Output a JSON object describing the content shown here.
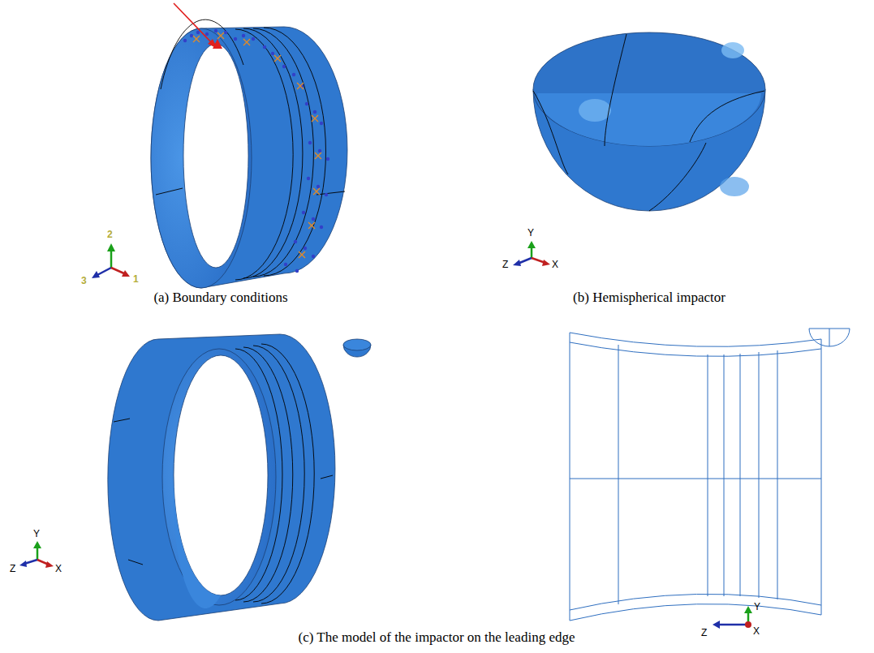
{
  "diagram": {
    "labels": [
      "2",
      "3",
      "1",
      "Y",
      "Z",
      "X",
      "(a) Boundary conditions",
      "(b) Hemispherical impactor",
      "Y",
      "Z",
      "X",
      "Y",
      "Z",
      "X",
      "(c) The model of the impactor on the leading edge"
    ]
  }
}
